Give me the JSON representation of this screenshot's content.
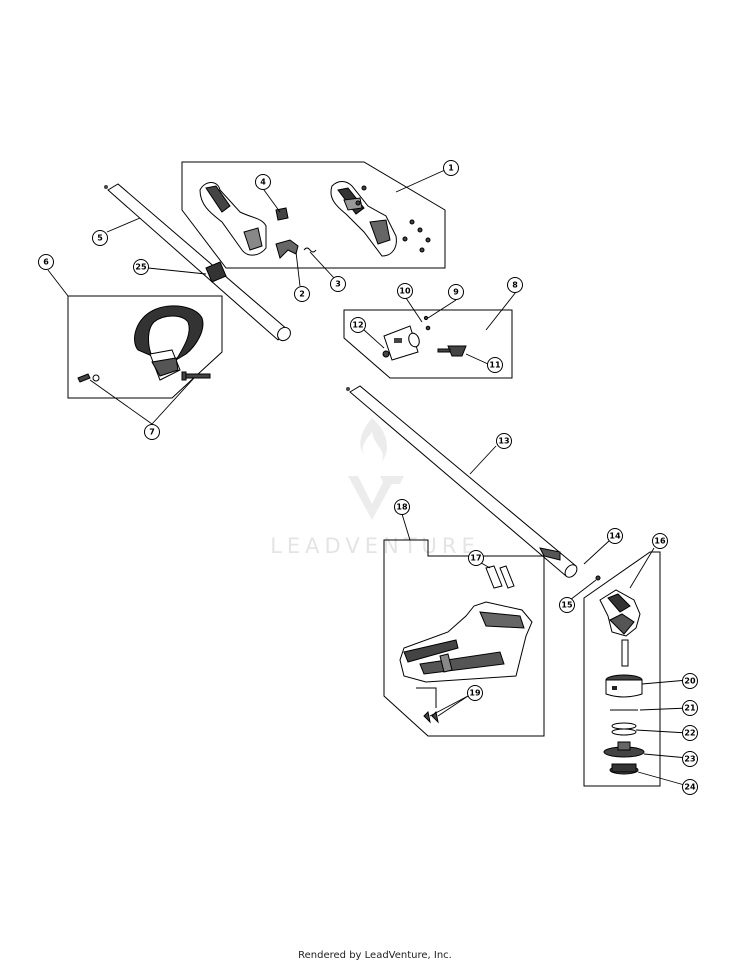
{
  "watermark": {
    "text": "LEADVENTURE"
  },
  "footer": {
    "text": "Rendered by LeadVenture, Inc."
  },
  "callouts": [
    "1",
    "2",
    "3",
    "4",
    "5",
    "6",
    "7",
    "8",
    "9",
    "10",
    "11",
    "12",
    "13",
    "14",
    "15",
    "16",
    "17",
    "18",
    "19",
    "20",
    "21",
    "22",
    "23",
    "24",
    "25"
  ]
}
